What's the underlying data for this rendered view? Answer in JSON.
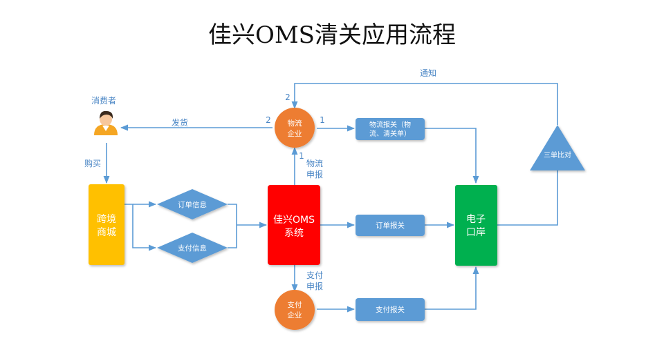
{
  "title": "佳兴OMS清关应用流程",
  "consumer": {
    "label": "消费者"
  },
  "mall": {
    "line1": "跨境",
    "line2": "商城"
  },
  "order_info": "订单信息",
  "payment_info": "支付信息",
  "oms": {
    "line1": "佳兴OMS",
    "line2": "系统"
  },
  "logistics_company": {
    "line1": "物流",
    "line2": "企业"
  },
  "payment_company": {
    "line1": "支付",
    "line2": "企业"
  },
  "logistics_declaration": {
    "line1": "物流报关（物",
    "line2": "流、清关单）"
  },
  "order_declaration": "订单报关",
  "payment_declaration": "支付报关",
  "e_port": {
    "line1": "电子",
    "line2": "口岸"
  },
  "three_doc_check": "三单比对",
  "edge_labels": {
    "notify": "通知",
    "ship": "发货",
    "buy": "购买",
    "logistics_report_1": "物流",
    "logistics_report_2": "申报",
    "payment_report_1": "支付",
    "payment_report_2": "申报",
    "num_ship": "2",
    "num_notify": "2",
    "num_to_decl": "1",
    "num_from_oms": "1"
  },
  "colors": {
    "mall": "#ffc000",
    "oms": "#ff0000",
    "company": "#ed7d31",
    "decision": "#5b9bd5",
    "process": "#5b9bd5",
    "e_port": "#00b050",
    "connector": "#5b9bd5",
    "label": "#4a86c5"
  },
  "icons": {
    "consumer": "person-avatar-icon"
  }
}
